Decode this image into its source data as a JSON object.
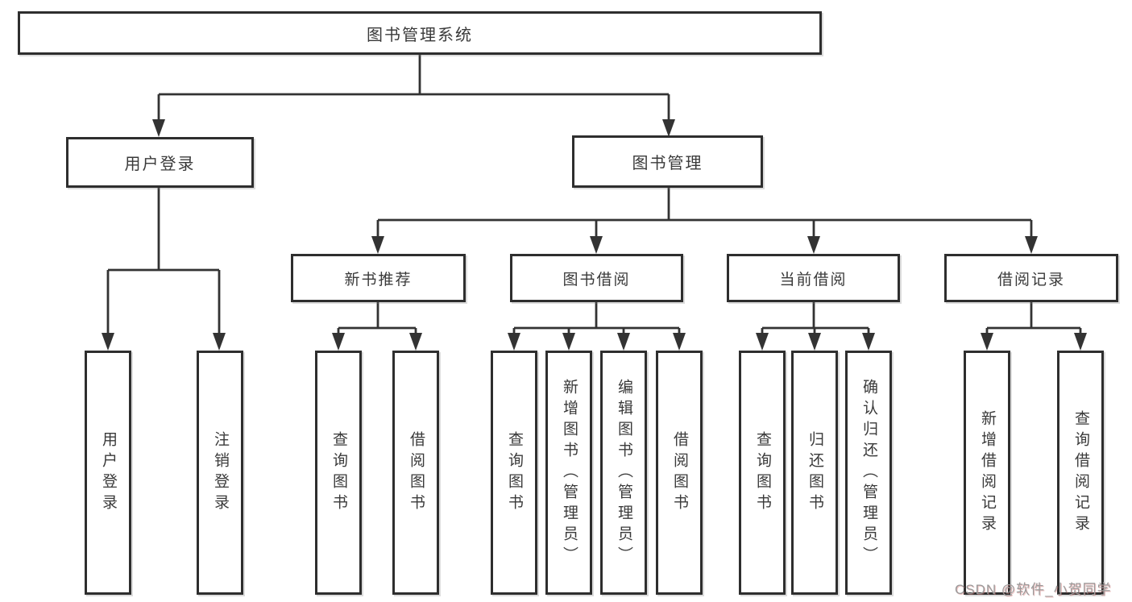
{
  "nodes": {
    "root": "图书管理系统",
    "user_login": "用户登录",
    "book_mgmt": "图书管理",
    "new_books": "新书推荐",
    "book_borrow": "图书借阅",
    "current_borrow": "当前借阅",
    "borrow_records": "借阅记录"
  },
  "leaves": [
    {
      "group": "用户登录",
      "label": "用户登录"
    },
    {
      "group": "用户登录",
      "label": "注销登录"
    },
    {
      "group": "新书推荐",
      "label": "查询图书"
    },
    {
      "group": "新书推荐",
      "label": "借阅图书"
    },
    {
      "group": "图书借阅",
      "label": "查询图书"
    },
    {
      "group": "图书借阅",
      "label": "新增图书（管理员）"
    },
    {
      "group": "图书借阅",
      "label": "编辑图书（管理员）"
    },
    {
      "group": "图书借阅",
      "label": "借阅图书"
    },
    {
      "group": "当前借阅",
      "label": "查询图书"
    },
    {
      "group": "当前借阅",
      "label": "归还图书"
    },
    {
      "group": "当前借阅",
      "label": "确认归还（管理员）"
    },
    {
      "group": "借阅记录",
      "label": "新增借阅记录"
    },
    {
      "group": "借阅记录",
      "label": "查询借阅记录"
    }
  ],
  "watermark": "CSDN @软件_小贺同学",
  "colors": {
    "line": "#333333",
    "box_border": "#2e2e2e",
    "text": "#3a3a3a",
    "watermark": "#9b9b9b",
    "background": "#ffffff"
  }
}
